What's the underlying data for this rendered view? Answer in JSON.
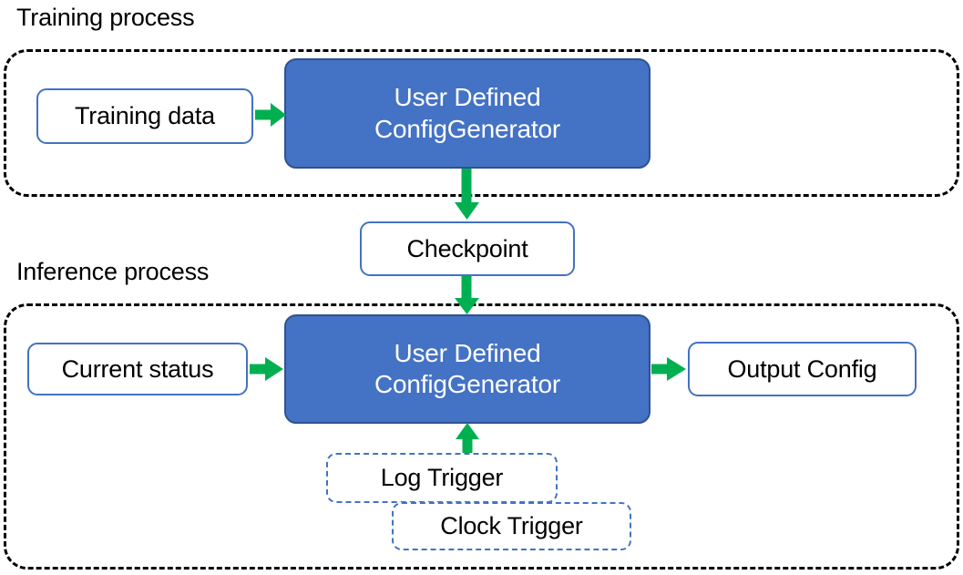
{
  "diagram": {
    "title_training": "Training process",
    "title_inference": "Inference process",
    "colors": {
      "process_fill": "#4472C4",
      "process_border": "#2F528F",
      "box_border": "#4472C4",
      "arrow": "#00B050",
      "container_border": "#000000",
      "text_dark": "#000000",
      "text_light": "#FFFFFF",
      "background": "#FFFFFF"
    }
  },
  "training": {
    "input_box": "Training data",
    "process_box": "User Defined\nConfigGenerator"
  },
  "bridge": {
    "checkpoint_box": "Checkpoint"
  },
  "inference": {
    "input_box": "Current status",
    "process_box": "User Defined\nConfigGenerator",
    "output_box": "Output Config",
    "triggers": [
      {
        "label": "Log Trigger"
      },
      {
        "label": "Clock Trigger"
      }
    ]
  },
  "arrows": [
    {
      "name": "training-data-to-process",
      "from": "Training data",
      "to": "User Defined ConfigGenerator",
      "direction": "right"
    },
    {
      "name": "process-to-checkpoint",
      "from": "User Defined ConfigGenerator",
      "to": "Checkpoint",
      "direction": "down"
    },
    {
      "name": "checkpoint-to-inference-process",
      "from": "Checkpoint",
      "to": "User Defined ConfigGenerator",
      "direction": "down"
    },
    {
      "name": "current-status-to-process",
      "from": "Current status",
      "to": "User Defined ConfigGenerator",
      "direction": "right"
    },
    {
      "name": "process-to-output-config",
      "from": "User Defined ConfigGenerator",
      "to": "Output Config",
      "direction": "right"
    },
    {
      "name": "log-trigger-to-process",
      "from": "Log Trigger",
      "to": "User Defined ConfigGenerator",
      "direction": "up"
    }
  ]
}
